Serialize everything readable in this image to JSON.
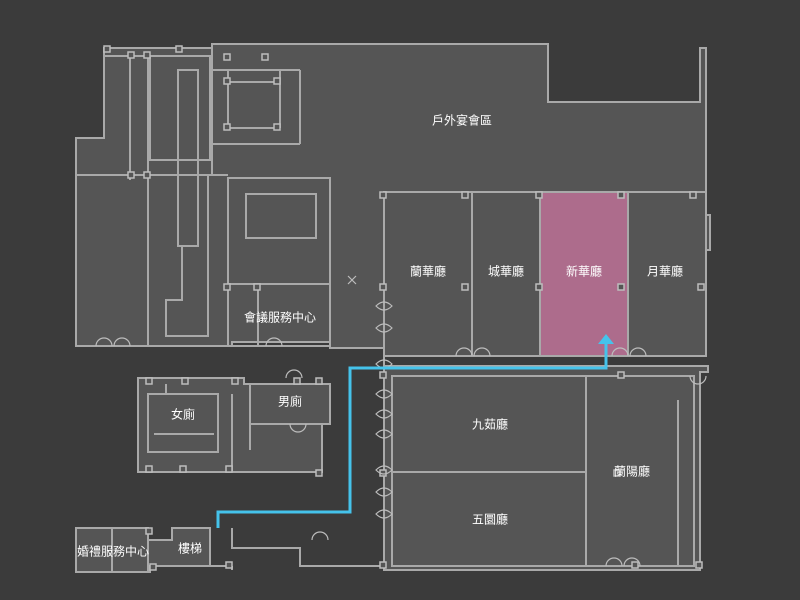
{
  "map": {
    "background": "#3b3b3b",
    "floor_color": "#555555",
    "wall_color": "#a9a9a9",
    "highlight_color": "#ad6c8c",
    "route_color": "#45c3eb",
    "highlighted_room": "新華廳",
    "rooms": {
      "outdoor_banquet": "戶外宴會區",
      "lan_hua": "蘭華廳",
      "cheng_hua": "城華廳",
      "xin_hua": "新華廳",
      "yue_hua": "月華廳",
      "conference_service": "會議服務中心",
      "womens_restroom": "女廁",
      "mens_restroom": "男廁",
      "jiu_ru": "九茹廳",
      "wu_yuan": "五圜廳",
      "lan_yang": "蘭陽廳",
      "wedding_service": "婚禮服務中心",
      "stairs": "樓梯"
    }
  }
}
